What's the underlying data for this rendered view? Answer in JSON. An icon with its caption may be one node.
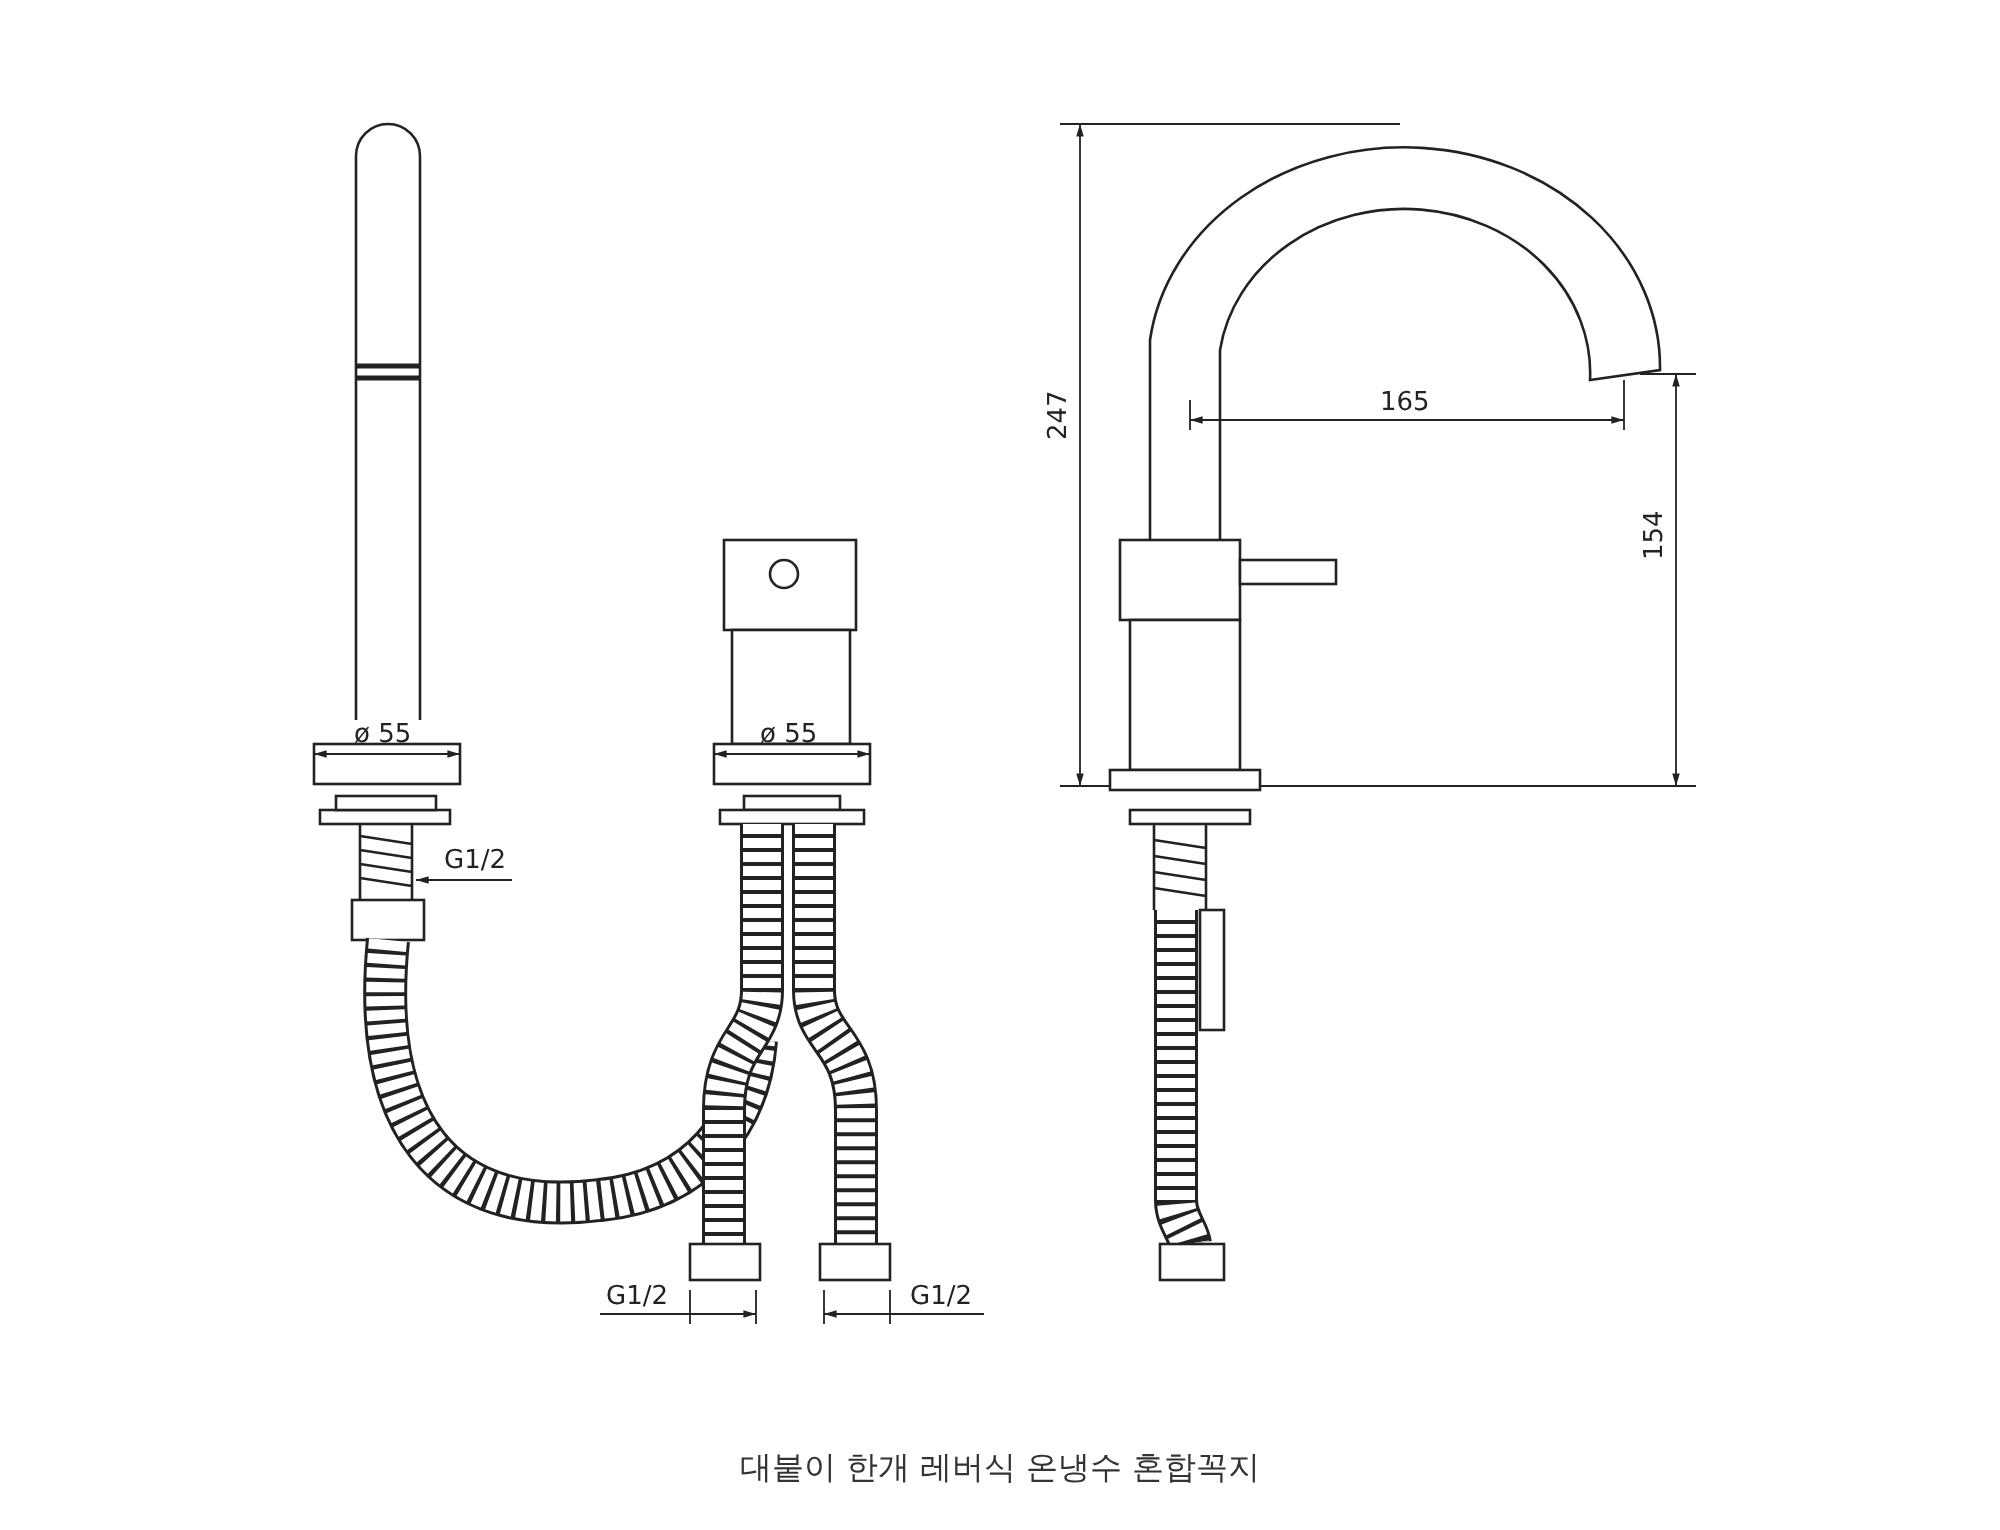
{
  "diagram": {
    "caption": "대붙이 한개 레버식 온냉수 혼합꼭지",
    "labels": [
      "165",
      "247",
      "154",
      "ø 55",
      "ø 55",
      "G1/2",
      "G1/2",
      "G1/2"
    ]
  }
}
